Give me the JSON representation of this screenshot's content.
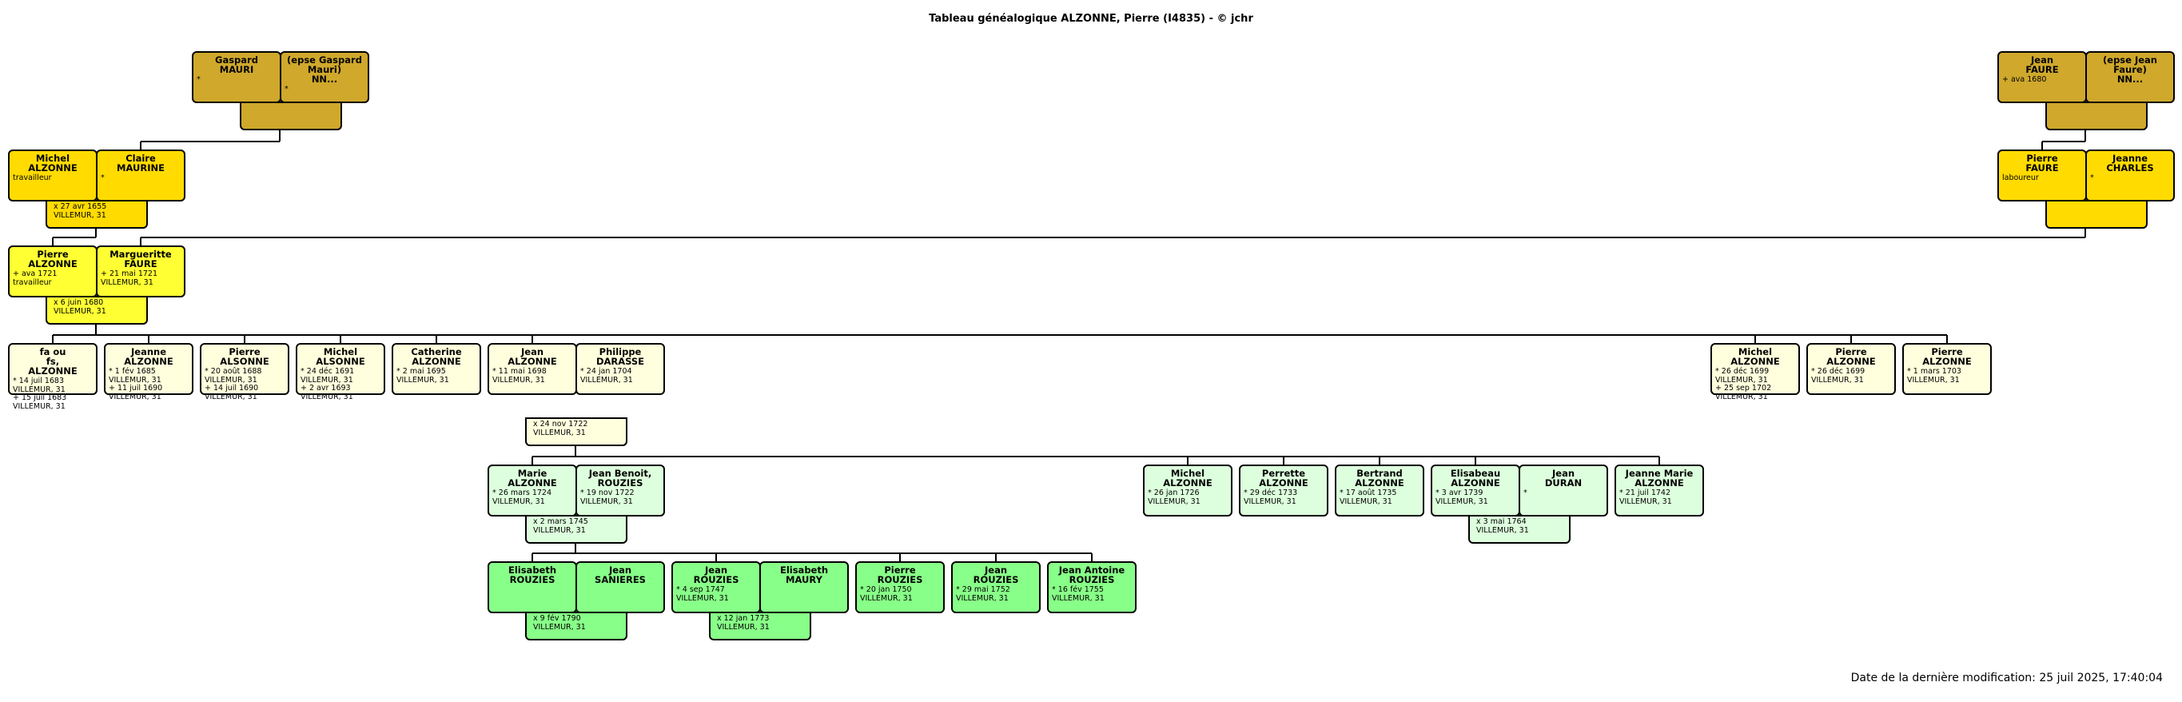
{
  "title": "Tableau généalogique ALZONNE, Pierre (I4835) - © jchr",
  "footer": "Date de la dernière modification: 25 juil 2025, 17:40:04",
  "colors": {
    "gen_great_grandparents": "#cfa82c",
    "gen_grandparents": "#ffdb00",
    "gen_parents": "#ffff33",
    "gen_siblings": "#ffffdd",
    "gen_children": "#ddffdd",
    "gen_grandchildren": "#88ff88"
  },
  "persons": [
    {
      "id": "gaspard_mauri",
      "name": "Gaspard\nMAURI",
      "details": "*",
      "gen": "gen_great_grandparents"
    },
    {
      "id": "epse_gaspard",
      "name": "(epse Gaspard\nMauri)\nNN...",
      "details": "*",
      "gen": "gen_great_grandparents"
    },
    {
      "id": "jean_faure",
      "name": "Jean\nFAURE",
      "details": "+ ava 1680",
      "gen": "gen_great_grandparents"
    },
    {
      "id": "epse_jean",
      "name": "(epse Jean\nFaure)\nNN...",
      "details": "",
      "gen": "gen_great_grandparents"
    },
    {
      "id": "michel_alzonne_gp",
      "name": "Michel\nALZONNE",
      "details": "travailleur",
      "gen": "gen_grandparents"
    },
    {
      "id": "claire_maurine",
      "name": "Claire\nMAURINE",
      "details": "*",
      "gen": "gen_grandparents"
    },
    {
      "id": "pierre_faure",
      "name": "Pierre\nFAURE",
      "details": "laboureur",
      "gen": "gen_grandparents"
    },
    {
      "id": "jeanne_charles",
      "name": "Jeanne\nCHARLES",
      "details": "*",
      "gen": "gen_grandparents"
    },
    {
      "id": "pierre_alzonne_p",
      "name": "Pierre\nALZONNE",
      "details": "+ ava 1721\ntravailleur",
      "gen": "gen_parents"
    },
    {
      "id": "margueritte_faure",
      "name": "Margueritte\nFAURE",
      "details": "+ 21 mai 1721\n   VILLEMUR, 31",
      "gen": "gen_parents"
    },
    {
      "id": "fa_ou_fs",
      "name": "fa ou\nfs,\nALZONNE",
      "details": "* 14 juil 1683\n   VILLEMUR, 31\n+ 15 juil 1683\n   VILLEMUR, 31",
      "gen": "gen_siblings"
    },
    {
      "id": "jeanne_alzonne",
      "name": "Jeanne\nALZONNE",
      "details": "* 1 fév 1685\n   VILLEMUR, 31\n+ 11 juil 1690\n   VILLEMUR, 31",
      "gen": "gen_siblings"
    },
    {
      "id": "pierre_alsonne",
      "name": "Pierre\nALSONNE",
      "details": "* 20 août 1688\n   VILLEMUR, 31\n+ 14 juil 1690\n   VILLEMUR, 31",
      "gen": "gen_siblings"
    },
    {
      "id": "michel_alsonne",
      "name": "Michel\nALSONNE",
      "details": "* 24 déc 1691\n   VILLEMUR, 31\n+ 2 avr 1693\n   VILLEMUR, 31",
      "gen": "gen_siblings"
    },
    {
      "id": "catherine_alzonne",
      "name": "Catherine\nALZONNE",
      "details": "* 2 mai 1695\n   VILLEMUR, 31",
      "gen": "gen_siblings"
    },
    {
      "id": "jean_alzonne",
      "name": "Jean\nALZONNE",
      "details": "* 11 mai 1698\n   VILLEMUR, 31",
      "gen": "gen_siblings"
    },
    {
      "id": "philippe_darasse",
      "name": "Philippe\nDARASSE",
      "details": "* 24 jan 1704\n   VILLEMUR, 31",
      "gen": "gen_siblings"
    },
    {
      "id": "michel_alzonne_s",
      "name": "Michel\nALZONNE",
      "details": "* 26 déc 1699\n   VILLEMUR, 31\n+ 25 sep 1702\n   VILLEMUR, 31",
      "gen": "gen_siblings"
    },
    {
      "id": "pierre_alzonne_s1",
      "name": "Pierre\nALZONNE",
      "details": "* 26 déc 1699\n   VILLEMUR, 31",
      "gen": "gen_siblings"
    },
    {
      "id": "pierre_alzonne_s2",
      "name": "Pierre\nALZONNE",
      "details": "* 1 mars 1703\n   VILLEMUR, 31",
      "gen": "gen_siblings"
    },
    {
      "id": "marie_alzonne",
      "name": "Marie\nALZONNE",
      "details": "* 26 mars 1724\n   VILLEMUR, 31",
      "gen": "gen_children"
    },
    {
      "id": "jean_benoit_rouzies",
      "name": "Jean Benoit,\nROUZIES",
      "details": "* 19 nov 1722\n   VILLEMUR, 31",
      "gen": "gen_children"
    },
    {
      "id": "michel_alzonne_c",
      "name": "Michel\nALZONNE",
      "details": "* 26 jan 1726\n   VILLEMUR, 31",
      "gen": "gen_children"
    },
    {
      "id": "perrette_alzonne",
      "name": "Perrette\nALZONNE",
      "details": "* 29 déc 1733\n   VILLEMUR, 31",
      "gen": "gen_children"
    },
    {
      "id": "bertrand_alzonne",
      "name": "Bertrand\nALZONNE",
      "details": "* 17 août 1735\n   VILLEMUR, 31",
      "gen": "gen_children"
    },
    {
      "id": "elisabeau_alzonne",
      "name": "Elisabeau\nALZONNE",
      "details": "* 3 avr 1739\n   VILLEMUR, 31",
      "gen": "gen_children"
    },
    {
      "id": "jean_duran",
      "name": "Jean\nDURAN",
      "details": "*",
      "gen": "gen_children"
    },
    {
      "id": "jeanne_marie_alzonne",
      "name": "Jeanne Marie\nALZONNE",
      "details": "* 21 juil 1742\n   VILLEMUR, 31",
      "gen": "gen_children"
    },
    {
      "id": "elisabeth_rouzies",
      "name": "Elisabeth\nROUZIES",
      "details": "",
      "gen": "gen_grandchildren"
    },
    {
      "id": "jean_sanieres",
      "name": "Jean\nSANIERES",
      "details": "",
      "gen": "gen_grandchildren"
    },
    {
      "id": "jean_rouzies",
      "name": "Jean\nROUZIES",
      "details": "* 4 sep 1747\n   VILLEMUR, 31",
      "gen": "gen_grandchildren"
    },
    {
      "id": "elisabeth_maury",
      "name": "Elisabeth\nMAURY",
      "details": "",
      "gen": "gen_grandchildren"
    },
    {
      "id": "pierre_rouzies",
      "name": "Pierre\nROUZIES",
      "details": "* 20 jan 1750\n   VILLEMUR, 31",
      "gen": "gen_grandchildren"
    },
    {
      "id": "jean_rouzies_2",
      "name": "Jean\nROUZIES",
      "details": "* 29 mai 1752\n   VILLEMUR, 31",
      "gen": "gen_grandchildren"
    },
    {
      "id": "jean_antoine_rouzies",
      "name": "Jean Antoine\nROUZIES",
      "details": "* 16 fév 1755\n   VILLEMUR, 31",
      "gen": "gen_grandchildren"
    }
  ],
  "unions": [
    {
      "id": "u_mauri",
      "text": "",
      "gen": "gen_great_grandparents"
    },
    {
      "id": "u_faure_ggp",
      "text": "",
      "gen": "gen_great_grandparents"
    },
    {
      "id": "u_alzonne_maurine",
      "text": "x  27 avr 1655\n   VILLEMUR, 31",
      "gen": "gen_grandparents"
    },
    {
      "id": "u_faure_charles",
      "text": "",
      "gen": "gen_grandparents"
    },
    {
      "id": "u_parents",
      "text": "x  6 juin 1680\n   VILLEMUR, 31",
      "gen": "gen_parents"
    },
    {
      "id": "u_jean_philippe",
      "text": "x  24 nov 1722\n   VILLEMUR, 31",
      "gen": "gen_siblings"
    },
    {
      "id": "u_marie_jeanbenoit",
      "text": "x  2 mars 1745\n   VILLEMUR, 31",
      "gen": "gen_children"
    },
    {
      "id": "u_elisabeau_duran",
      "text": "x  3 mai 1764\n   VILLEMUR, 31",
      "gen": "gen_children"
    },
    {
      "id": "u_elisabeth_jean",
      "text": "x  9 fév 1790\n   VILLEMUR, 31",
      "gen": "gen_grandchildren"
    },
    {
      "id": "u_jean_elisabeth",
      "text": "x  12 jan 1773\n   VILLEMUR, 31",
      "gen": "gen_grandchildren"
    }
  ]
}
